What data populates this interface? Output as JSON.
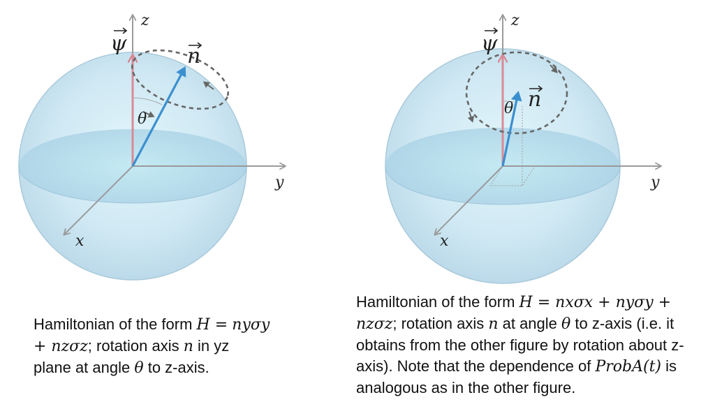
{
  "figures": [
    {
      "labels": {
        "z": "z",
        "y": "y",
        "x": "x",
        "psi": "ψ",
        "n": "n",
        "theta": "θ"
      }
    },
    {
      "labels": {
        "z": "z",
        "y": "y",
        "x": "x",
        "psi": "ψ",
        "n": "n",
        "theta": "θ"
      }
    }
  ],
  "captions": {
    "left": {
      "t1": "Hamiltonian of the form ",
      "m1": "H =",
      "m2": "nyσy + nzσz",
      "t2": "; rotation axis ",
      "m3": "n",
      "t3": " in yz plane at angle ",
      "m4": "θ",
      "t4": " to z-axis."
    },
    "right": {
      "t1": "Hamiltonian of the form ",
      "m1": "H = nxσx + nyσy +",
      "m2": "nzσz",
      "t2": "; rotation axis ",
      "m3": "n",
      "t3": " at angle ",
      "m4": "θ",
      "t4": " to z-axis (i.e. it obtains from the other figure by rotation about z-axis). Note that the dependence of ",
      "m5": "ProbA(t)",
      "t5": " is analogous as in the other figure."
    }
  },
  "colors": {
    "sphere": "#cfe7f3",
    "sphere_edge": "#a9c9da",
    "equator": "#b5d8ea",
    "axis": "#9a9a9a",
    "psi_vector": "#d98a96",
    "n_vector": "#3b8fcf",
    "path": "#666666"
  }
}
